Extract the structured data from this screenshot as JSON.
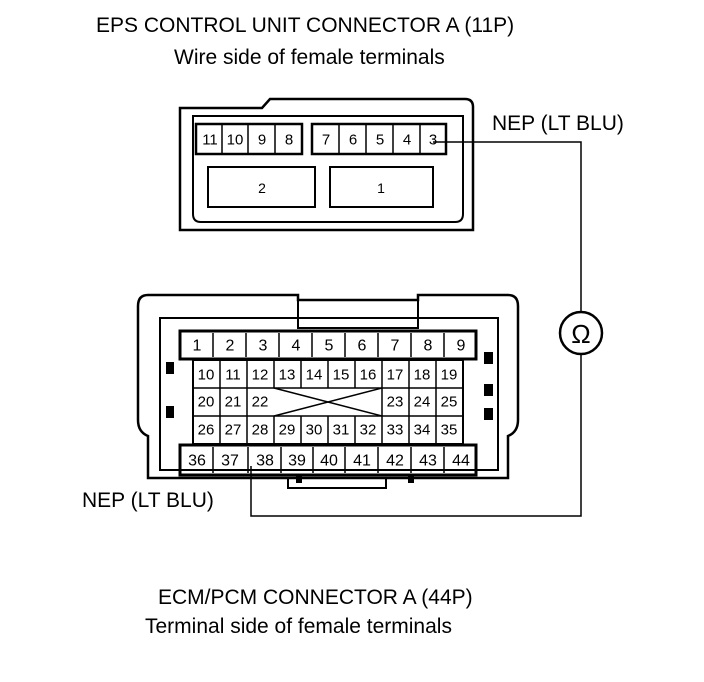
{
  "eps_connector": {
    "title": "EPS CONTROL UNIT CONNECTOR A (11P)",
    "subtitle": "Wire side of female terminals",
    "pins_left": [
      "11",
      "10",
      "9",
      "8"
    ],
    "pins_right": [
      "7",
      "6",
      "5",
      "4",
      "3"
    ],
    "cavity_left": "2",
    "cavity_right": "1",
    "wire_label": "NEP (LT BLU)"
  },
  "ecm_connector": {
    "title": "ECM/PCM CONNECTOR A (44P)",
    "subtitle": "Terminal side of female terminals",
    "row1": [
      "1",
      "2",
      "3",
      "4",
      "5",
      "6",
      "7",
      "8",
      "9"
    ],
    "row2": [
      "10",
      "11",
      "12",
      "13",
      "14",
      "15",
      "16",
      "17",
      "18",
      "19"
    ],
    "row3_left": [
      "20",
      "21",
      "22"
    ],
    "row3_right": [
      "23",
      "24",
      "25"
    ],
    "row4": [
      "26",
      "27",
      "28",
      "29",
      "30",
      "31",
      "32",
      "33",
      "34",
      "35"
    ],
    "row5": [
      "36",
      "37",
      "38",
      "39",
      "40",
      "41",
      "42",
      "43",
      "44"
    ],
    "wire_label": "NEP (LT BLU)"
  },
  "meter": {
    "symbol": "Ω"
  }
}
